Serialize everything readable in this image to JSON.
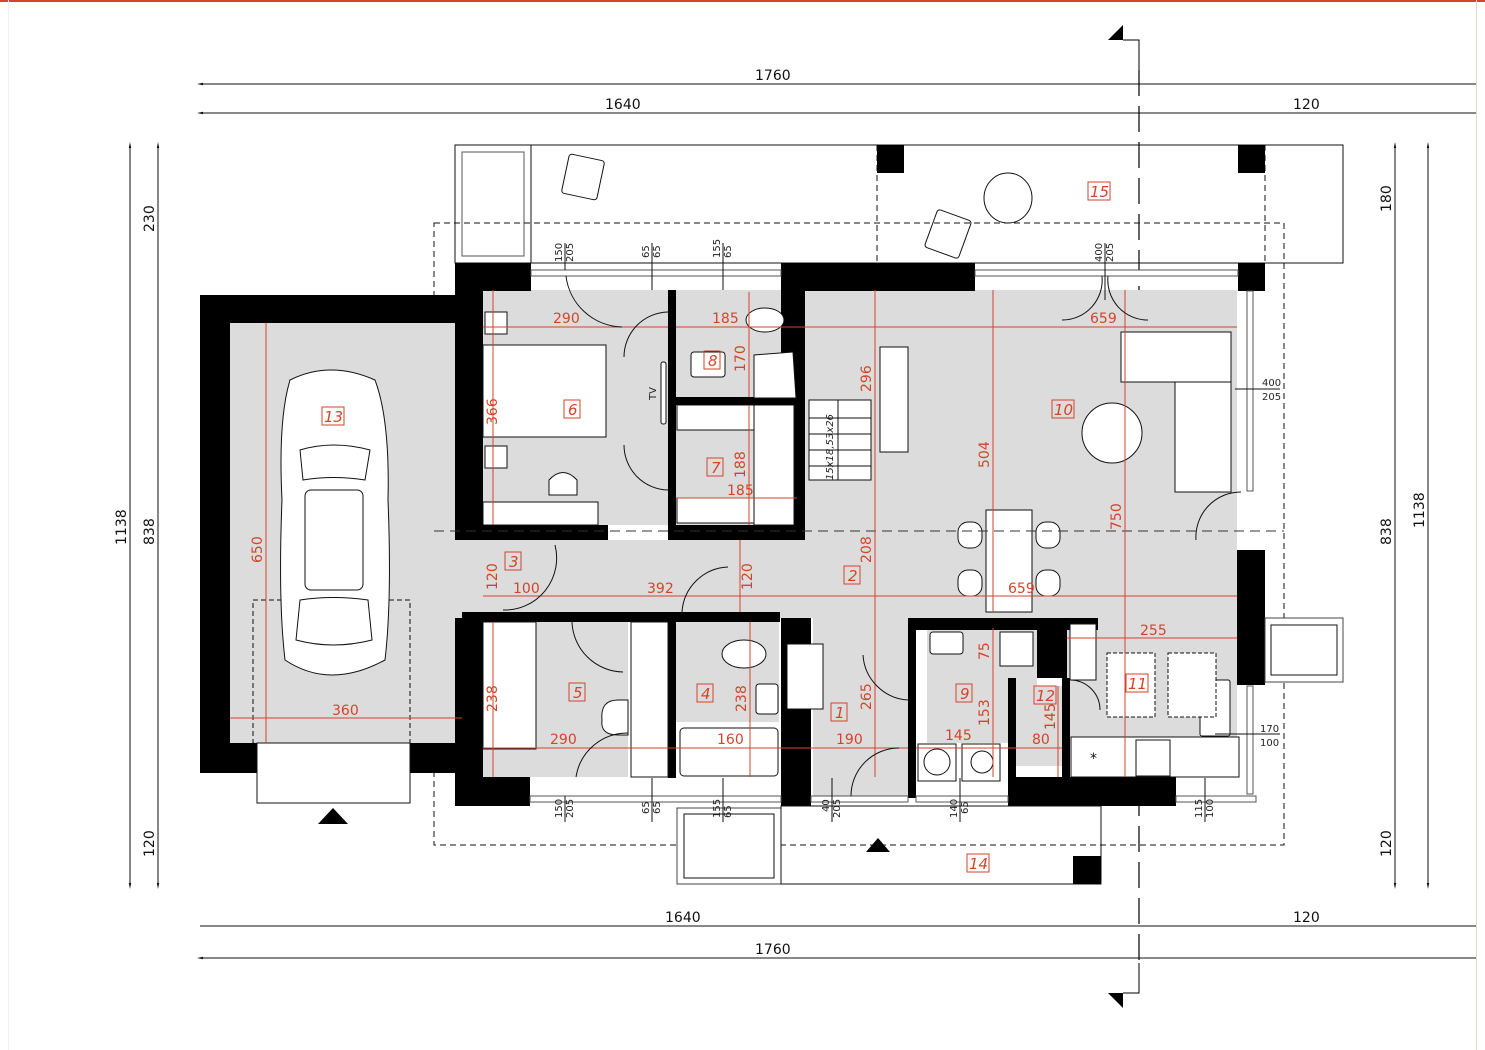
{
  "colors": {
    "accent": "#d2452a",
    "wall": "#000000",
    "floor": "#dcdcdc",
    "line": "#111111"
  },
  "overall_dims": {
    "top_total": "1760",
    "top_main": "1640",
    "top_right": "120",
    "bottom_main": "1640",
    "bottom_right": "120",
    "bottom_total": "1760",
    "left_top": "230",
    "left_mid": "838",
    "left_bottom": "120",
    "left_total": "1138",
    "right_top": "180",
    "right_mid": "838",
    "right_bottom": "120",
    "right_total": "1138"
  },
  "rooms": [
    {
      "id": "1",
      "label": "1"
    },
    {
      "id": "2",
      "label": "2"
    },
    {
      "id": "3",
      "label": "3"
    },
    {
      "id": "4",
      "label": "4"
    },
    {
      "id": "5",
      "label": "5"
    },
    {
      "id": "6",
      "label": "6"
    },
    {
      "id": "7",
      "label": "7"
    },
    {
      "id": "8",
      "label": "8"
    },
    {
      "id": "9",
      "label": "9"
    },
    {
      "id": "10",
      "label": "10"
    },
    {
      "id": "11",
      "label": "11"
    },
    {
      "id": "12",
      "label": "12"
    },
    {
      "id": "13",
      "label": "13"
    },
    {
      "id": "14",
      "label": "14"
    },
    {
      "id": "15",
      "label": "15"
    }
  ],
  "room_dims": {
    "r6_w": "290",
    "r6_h": "366",
    "r8_w": "185",
    "r8_h": "170",
    "r7_w": "185",
    "r7_h": "188",
    "r10_w": "659",
    "r10_h296": "296",
    "r10_h504": "504",
    "r10_h750": "750",
    "r2_w": "659",
    "r2_h": "208",
    "r3_h": "120",
    "r3_w": "100",
    "hall_w": "392",
    "hall_h": "120",
    "r13_h": "650",
    "r13_w": "360",
    "r5_w": "290",
    "r5_h": "238",
    "r4_w": "160",
    "r4_h": "238",
    "r1_w": "190",
    "r1_h": "265",
    "r9_w": "145",
    "r9_h75": "75",
    "r9_h153": "153",
    "r12_w": "80",
    "r12_h": "145",
    "r11_w": "255"
  },
  "openings": {
    "top": [
      {
        "a": "150",
        "b": "205"
      },
      {
        "a": "65",
        "b": "65"
      },
      {
        "a": "155",
        "b": "65"
      },
      {
        "a": "400",
        "b": "205"
      }
    ],
    "bottom": [
      {
        "a": "150",
        "b": "205"
      },
      {
        "a": "65",
        "b": "65"
      },
      {
        "a": "155",
        "b": "65"
      },
      {
        "a": "40",
        "b": "205"
      },
      {
        "a": "140",
        "b": "65"
      },
      {
        "a": "115",
        "b": "100"
      }
    ],
    "right": [
      {
        "a": "400",
        "b": "205"
      },
      {
        "a": "170",
        "b": "100"
      }
    ]
  },
  "annotations": {
    "stairs": "15x18,53x26",
    "tv": "TV",
    "fridge_mark": "*"
  }
}
